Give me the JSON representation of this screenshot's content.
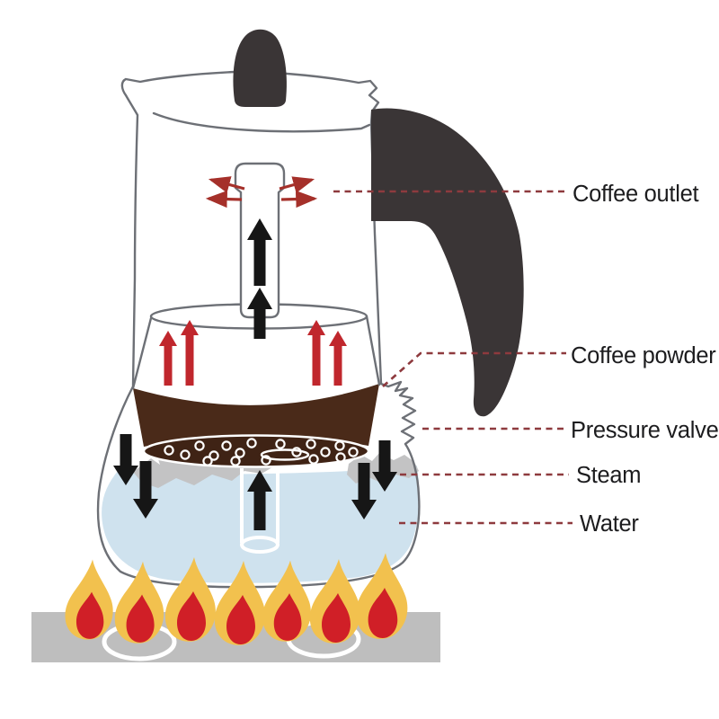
{
  "labels": [
    {
      "id": "coffee-outlet",
      "text": "Coffee outlet"
    },
    {
      "id": "coffee-powder",
      "text": "Coffee powder"
    },
    {
      "id": "pressure-valve",
      "text": "Pressure valve"
    },
    {
      "id": "steam",
      "text": "Steam"
    },
    {
      "id": "water",
      "text": "Water"
    }
  ],
  "colors": {
    "background": "#ffffff",
    "label-text": "#1c1c1e",
    "leader-line": "#8e3a3e",
    "outline": "#6d7076",
    "dark-part": "#3a3536",
    "coffee-brown": "#4a2a19",
    "filter-brown": "#3f2315",
    "water-blue": "#cfe2ee",
    "steam-gray": "#c3c3c4",
    "arrow-black": "#161616",
    "arrow-red": "#c0272d",
    "arrow-dark-red": "#a5302a",
    "flame-outer": "#f2c14e",
    "flame-inner": "#d01f27",
    "stove-gray": "#bebebe"
  }
}
